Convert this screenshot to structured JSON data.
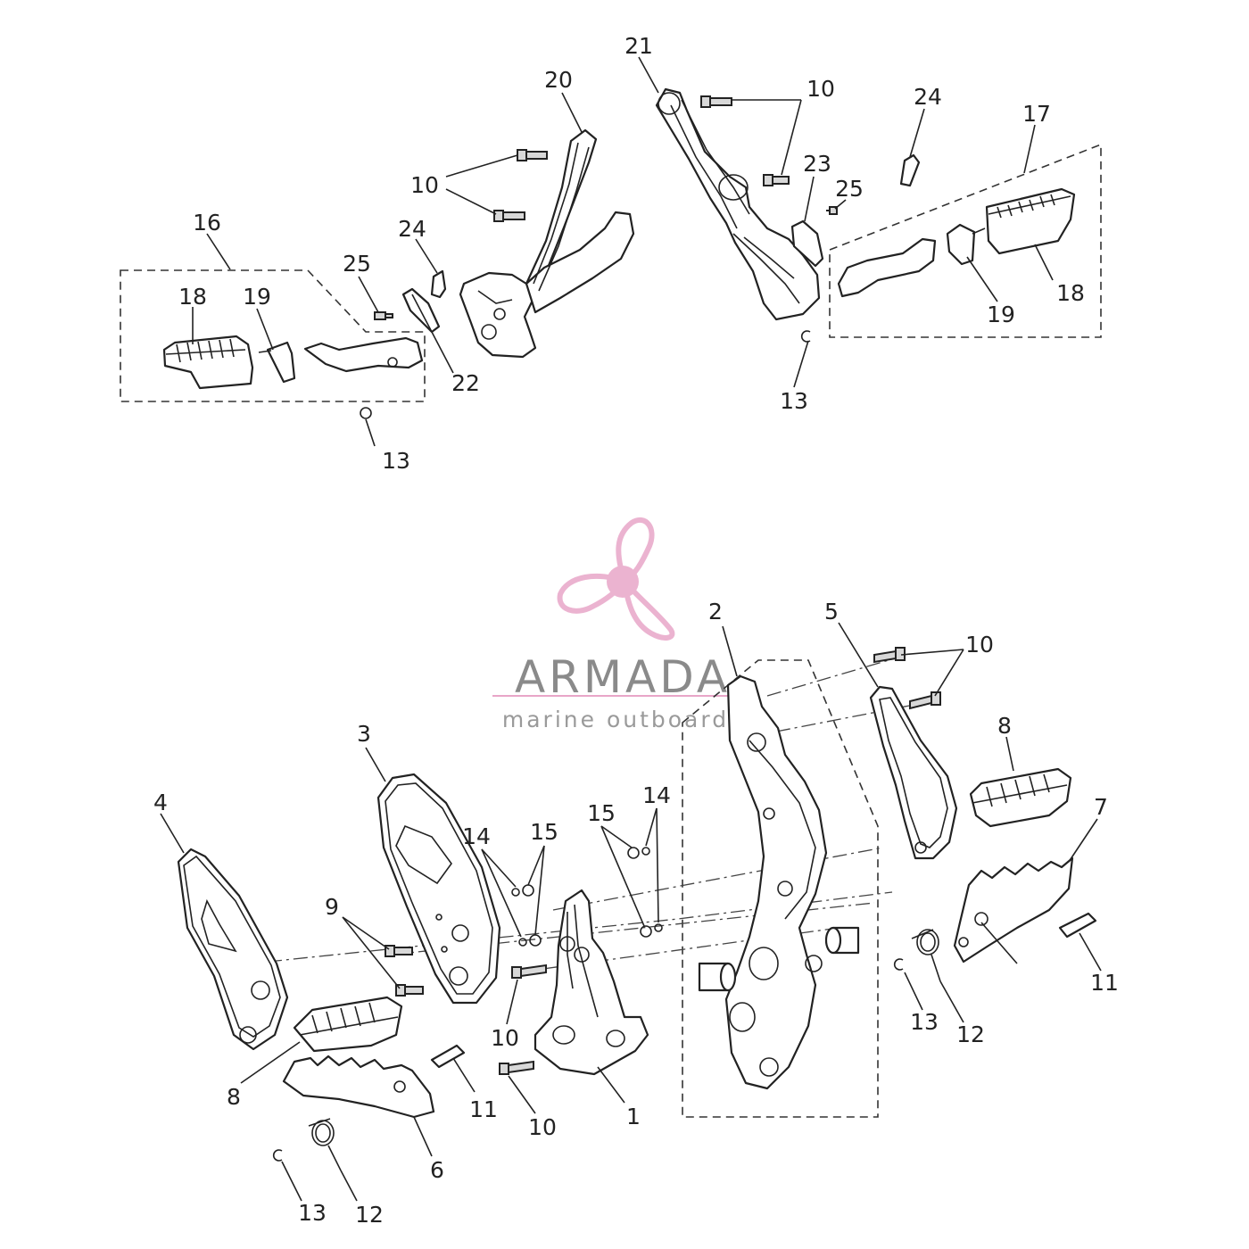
{
  "logo": {
    "name": "ARMADA",
    "tagline": "marine outboards",
    "color": "#e8a6c8"
  },
  "callouts": {
    "c1": "1",
    "c2": "2",
    "c3": "3",
    "c4": "4",
    "c5": "5",
    "c6": "6",
    "c7": "7",
    "c8a": "8",
    "c8b": "8",
    "c9": "9",
    "c10a": "10",
    "c10b": "10",
    "c10c": "10",
    "c10d": "10",
    "c10e": "10",
    "c11a": "11",
    "c11b": "11",
    "c12a": "12",
    "c12b": "12",
    "c13a": "13",
    "c13b": "13",
    "c13c": "13",
    "c13d": "13",
    "c14a": "14",
    "c14b": "14",
    "c15a": "15",
    "c15b": "15",
    "c16": "16",
    "c17": "17",
    "c18a": "18",
    "c18b": "18",
    "c19a": "19",
    "c19b": "19",
    "c20": "20",
    "c21": "21",
    "c22": "22",
    "c23": "23",
    "c24a": "24",
    "c24b": "24",
    "c25a": "25",
    "c25b": "25"
  }
}
